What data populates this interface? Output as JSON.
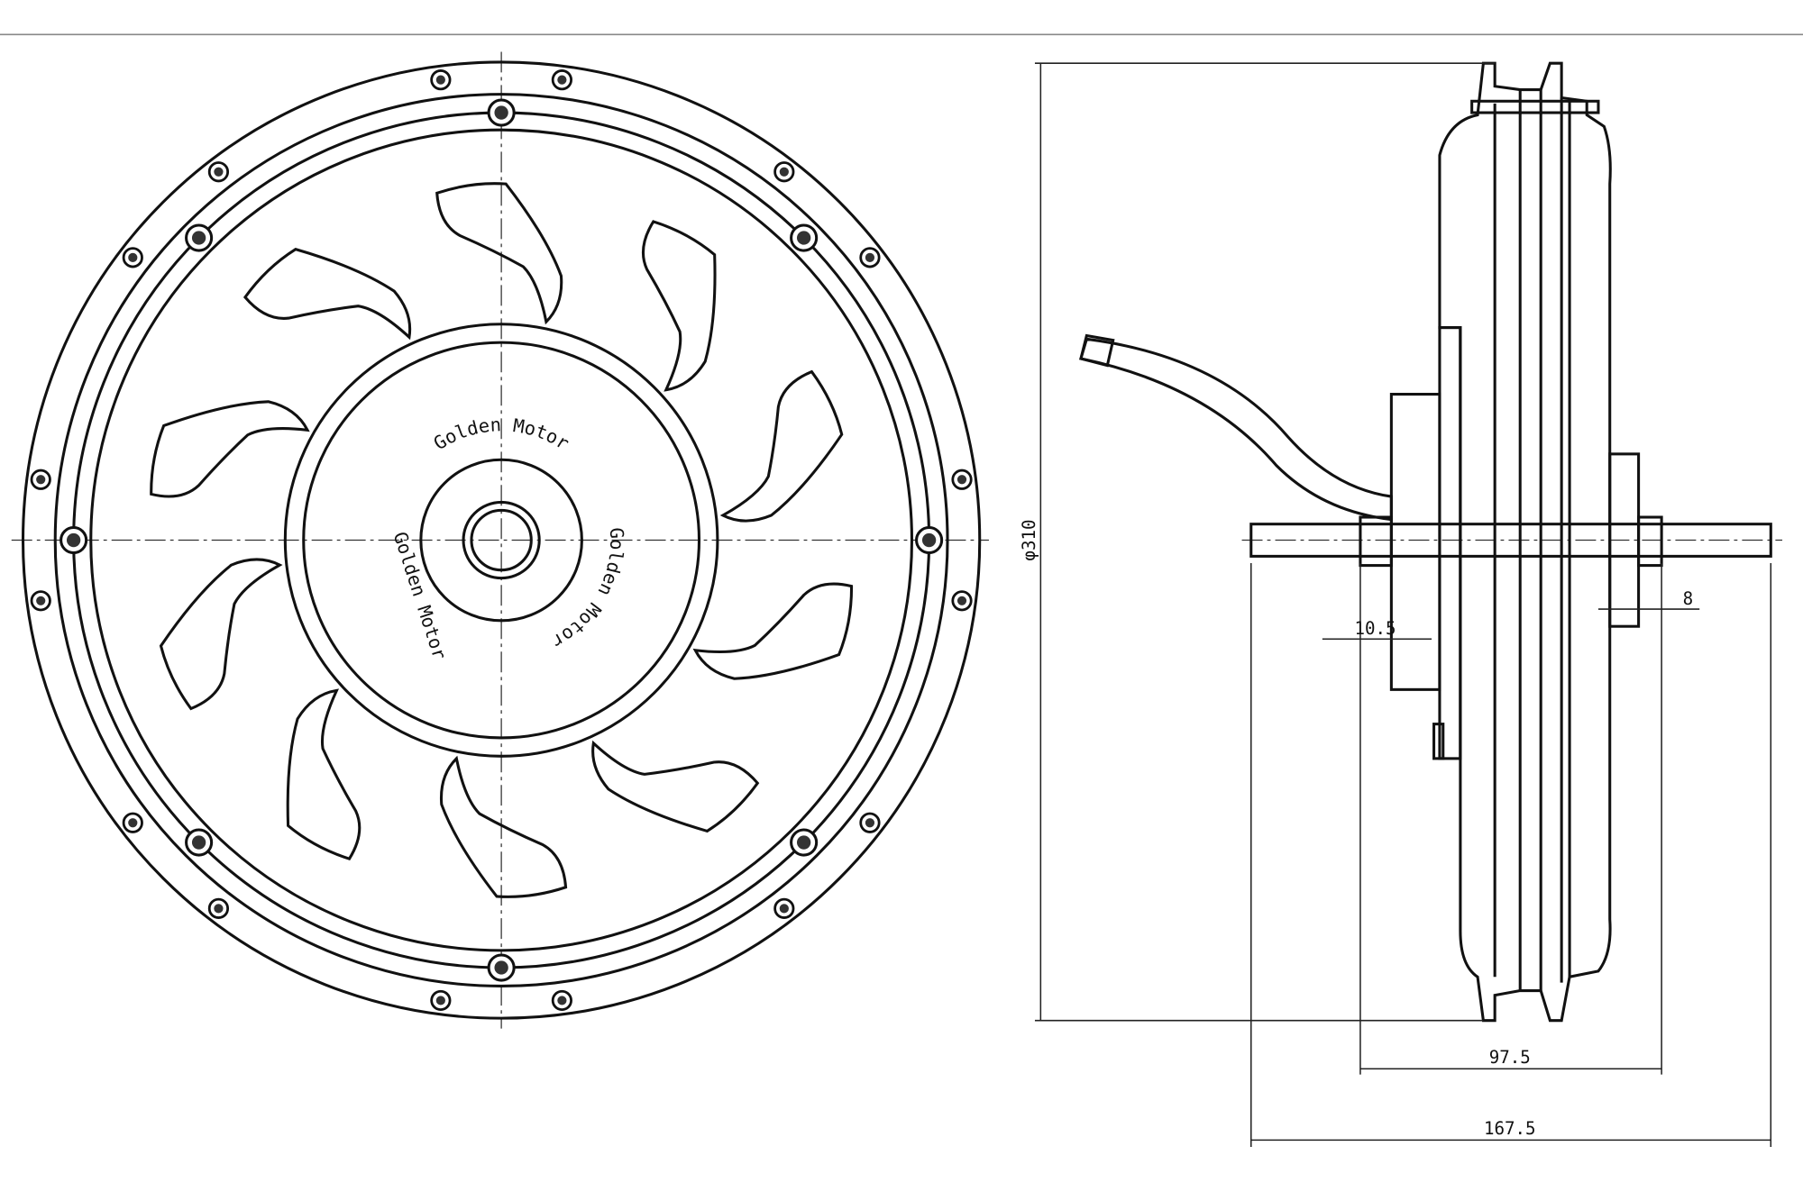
{
  "drawing": {
    "front_view": {
      "logo_texts": [
        "Golden Motor",
        "Golden Motor",
        "Golden Motor"
      ],
      "blade_count": 10,
      "bolt_count": 8
    },
    "side_view": {
      "dimensions": {
        "diameter": "φ310",
        "flange_offset": "10.5",
        "right_offset": "8",
        "hub_width": "97.5",
        "overall_width": "167.5"
      }
    }
  }
}
